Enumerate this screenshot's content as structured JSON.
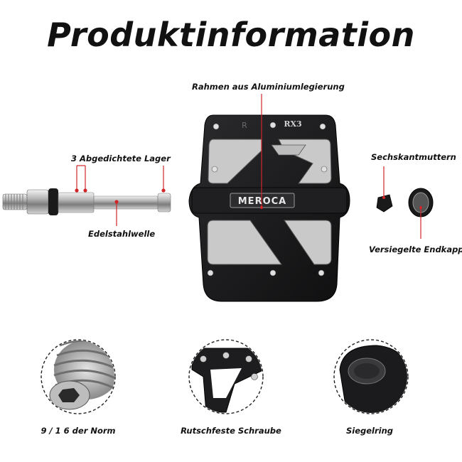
{
  "title": "Produktinformation",
  "labels": {
    "frame": "Rahmen aus Aluminiumlegierung",
    "bearings": "3 Abgedichtete Lager",
    "axle": "Edelstahlwelle",
    "hex_nut": "Sechskantmuttern",
    "end_cap": "Versiegelte Endkappe"
  },
  "pedal": {
    "brand": "MEROCA",
    "model": "RX3",
    "side": "R"
  },
  "details": [
    {
      "caption": "9 / 1 6 der Norm"
    },
    {
      "caption": "Rutschfeste Schraube"
    },
    {
      "caption": "Siegelring"
    }
  ],
  "colors": {
    "leader_line": "#d0262a",
    "pedal_body": "#1b1b1d",
    "text": "#111111"
  }
}
